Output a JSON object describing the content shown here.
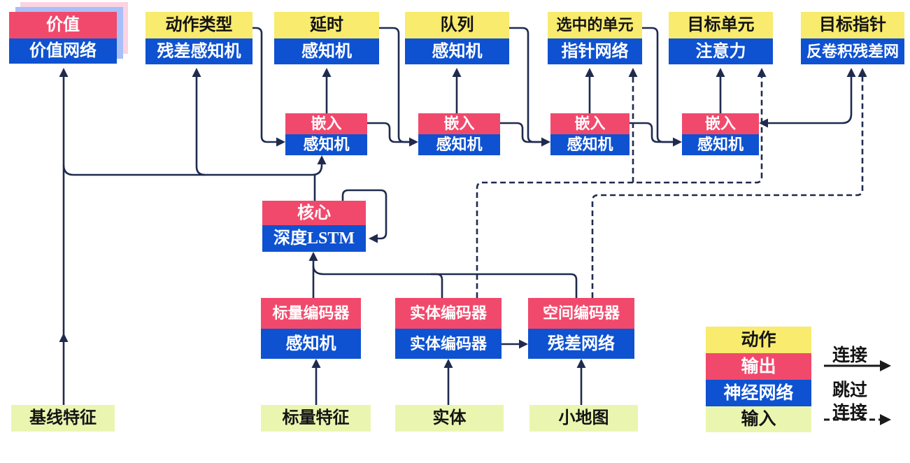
{
  "boxes": {
    "value": {
      "label": "价值",
      "sublabel": "价值网络"
    },
    "action_type": {
      "label": "动作类型",
      "sublabel": "残差感知机"
    },
    "delay": {
      "label": "延时",
      "sublabel": "感知机"
    },
    "queue": {
      "label": "队列",
      "sublabel": "感知机"
    },
    "selected_units": {
      "label": "选中的单元",
      "sublabel": "指针网络"
    },
    "target_unit": {
      "label": "目标单元",
      "sublabel": "注意力"
    },
    "target_point": {
      "label": "目标指针",
      "sublabel": "反卷积残差网"
    },
    "embed1": {
      "label": "嵌入",
      "sublabel": "感知机"
    },
    "embed2": {
      "label": "嵌入",
      "sublabel": "感知机"
    },
    "embed3": {
      "label": "嵌入",
      "sublabel": "感知机"
    },
    "embed4": {
      "label": "嵌入",
      "sublabel": "感知机"
    },
    "core": {
      "label": "核心",
      "sublabel": "深度LSTM"
    },
    "scalar_encoder": {
      "label": "标量编码器",
      "sublabel": "感知机"
    },
    "entity_encoder": {
      "label": "实体编码器",
      "sublabel": "实体编码器"
    },
    "spatial_encoder": {
      "label": "空间编码器",
      "sublabel": "残差网络"
    },
    "baseline_features": {
      "label": "基线特征"
    },
    "scalar_features": {
      "label": "标量特征"
    },
    "entities": {
      "label": "实体"
    },
    "minimap": {
      "label": "小地图"
    }
  },
  "legend": {
    "action": "动作",
    "output": "输出",
    "network": "神经网络",
    "input": "输入",
    "solid_label": "连接",
    "skip_label_line1": "跳过",
    "skip_label_line2": "连接"
  },
  "colors": {
    "action": "#F8EB6D",
    "output": "#F1496C",
    "network": "#0E52D1",
    "input": "#EAF6AF",
    "wire": "#1F2A4E",
    "shadow_pink": "#FBD3E3",
    "shadow_blue": "#A9BFF7"
  }
}
